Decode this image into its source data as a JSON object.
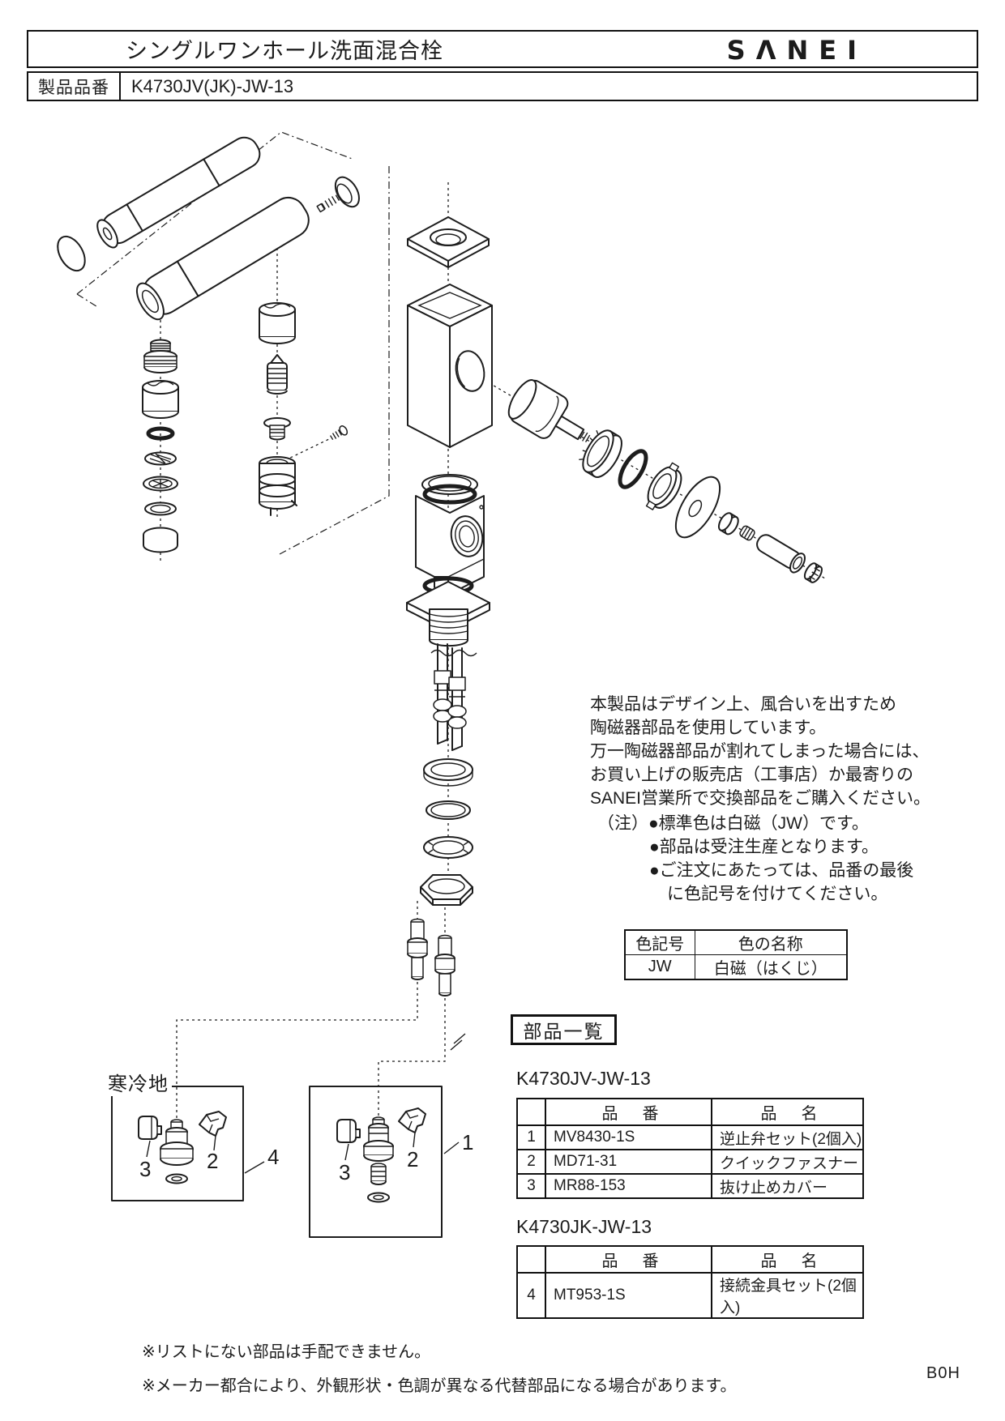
{
  "header": {
    "title": "シングルワンホール洗面混合栓",
    "logo": "SΛNEI",
    "product_label": "製品品番",
    "product_number": "K4730JV(JK)-JW-13"
  },
  "info_text": {
    "lines": [
      "本製品はデザイン上、風合いを出すため",
      "陶磁器部品を使用しています。",
      "万一陶磁器部品が割れてしまった場合には、",
      "お買い上げの販売店（工事店）か最寄りの",
      "SANEI営業所で交換部品をご購入ください。"
    ],
    "note_label": "（注）",
    "notes": [
      "●標準色は白磁（JW）です。",
      "●部品は受注生産となります。",
      "●ご注文にあたっては、品番の最後",
      "に色記号を付けてください。"
    ]
  },
  "color_table": {
    "headers": [
      "色記号",
      "色の名称"
    ],
    "rows": [
      [
        "JW",
        "白磁（はくじ）"
      ]
    ]
  },
  "parts_section": {
    "title": "部品一覧",
    "tables": [
      {
        "model": "K4730JV-JW-13",
        "col_headers": [
          "品　番",
          "品　名"
        ],
        "rows": [
          {
            "no": "1",
            "part_no": "MV8430-1S",
            "part_name": "逆止弁セット(2個入)"
          },
          {
            "no": "2",
            "part_no": "MD71-31",
            "part_name": "クイックファスナー"
          },
          {
            "no": "3",
            "part_no": "MR88-153",
            "part_name": "抜け止めカバー"
          }
        ]
      },
      {
        "model": "K4730JK-JW-13",
        "col_headers": [
          "品　番",
          "品　名"
        ],
        "rows": [
          {
            "no": "4",
            "part_no": "MT953-1S",
            "part_name": "接続金具セット(2個入)"
          }
        ]
      }
    ]
  },
  "diagram": {
    "cold_region_label": "寒冷地",
    "callout_1": "1",
    "callout_2": "2",
    "callout_3": "3",
    "callout_4": "4"
  },
  "footer": {
    "notes": [
      "※リストにない部品は手配できません。",
      "※メーカー都合により、外観形状・色調が異なる代替部品になる場合があります。"
    ],
    "code": "B0H"
  }
}
